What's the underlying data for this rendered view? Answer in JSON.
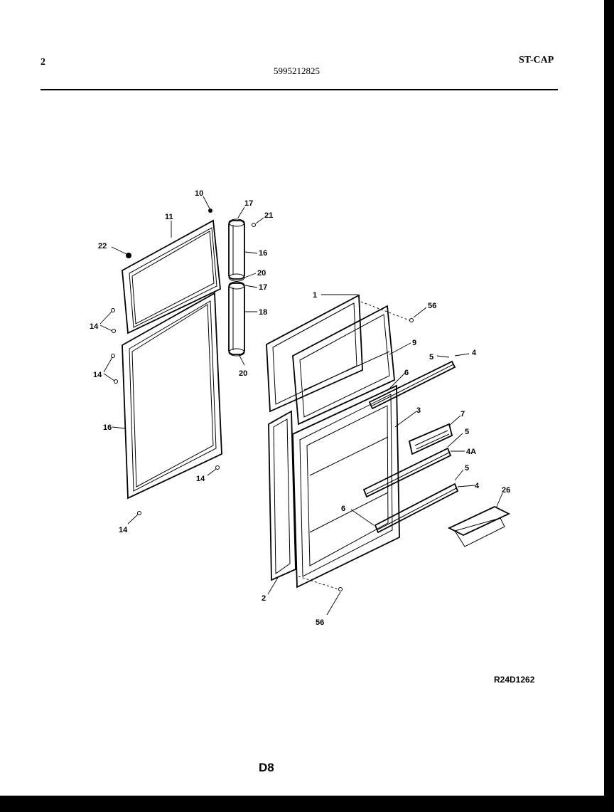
{
  "header": {
    "page_number": "2",
    "part_number": "5995212825",
    "model_code": "ST-CAP"
  },
  "footer": {
    "diagram_code": "R24D1262",
    "page_code": "D8"
  },
  "callouts": {
    "c10": "10",
    "c11": "11",
    "c22": "22",
    "c14a": "14",
    "c14b": "14",
    "c14c": "14",
    "c14d": "14",
    "c16a": "16",
    "c17a": "17",
    "c21": "21",
    "c16b": "16",
    "c20a": "20",
    "c17b": "17",
    "c18": "18",
    "c20b": "20",
    "c1": "1",
    "c56a": "56",
    "c9": "9",
    "c5a": "5",
    "c4a": "4",
    "c6a": "6",
    "c3": "3",
    "c7": "7",
    "c5b": "5",
    "c4A": "4A",
    "c5c": "5",
    "c4b": "4",
    "c26": "26",
    "c6b": "6",
    "c2": "2",
    "c56b": "56"
  }
}
